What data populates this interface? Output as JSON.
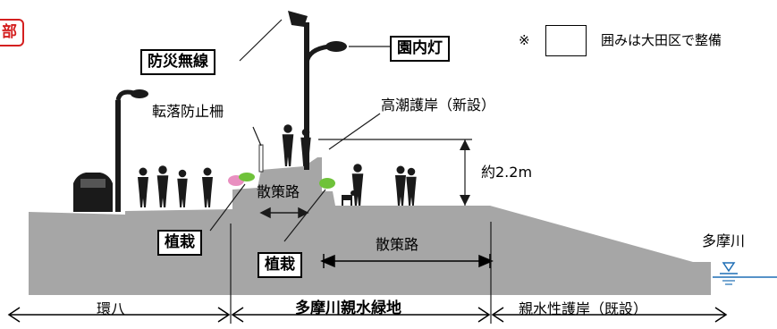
{
  "corner_tag": "部",
  "legend": {
    "mark": "※",
    "text": "囲みは大田区で整備"
  },
  "labels": {
    "radio": "防災無線",
    "park_light": "園内灯",
    "fall_fence": "転落防止柵",
    "high_tide_wall": "高潮護岸（新設）",
    "height": "約2.2m",
    "path_upper": "散策路",
    "path_lower": "散策路",
    "planting_left": "植栽",
    "planting_right": "植栽",
    "river": "多摩川"
  },
  "zones": {
    "left": "環八",
    "center": "多摩川親水緑地",
    "right": "親水性護岸（既設）"
  },
  "colors": {
    "ground": "#a6a6a6",
    "silhouette": "#1a1a1a",
    "water": "#1f6fb5",
    "tag_red": "#d42020",
    "planting_pink": "#e98fc0",
    "planting_green": "#6fc23a"
  }
}
